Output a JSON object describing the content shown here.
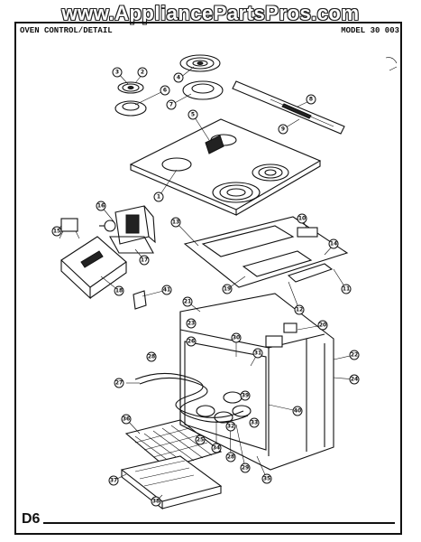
{
  "watermark": "www.AppliancePartsPros.com",
  "header": {
    "left": "OVEN CONTROL/DETAIL",
    "right": "MODEL 30 003"
  },
  "page_id": "D6",
  "callouts": [
    "1",
    "2",
    "3",
    "4",
    "5",
    "6",
    "7",
    "8",
    "9",
    "10",
    "11",
    "12",
    "13",
    "14",
    "15",
    "16",
    "17",
    "18",
    "19",
    "20",
    "21",
    "22",
    "23",
    "24",
    "25",
    "26",
    "27",
    "28",
    "29",
    "30",
    "31",
    "32",
    "33",
    "34",
    "35",
    "36",
    "37",
    "38",
    "39",
    "40",
    "41"
  ]
}
